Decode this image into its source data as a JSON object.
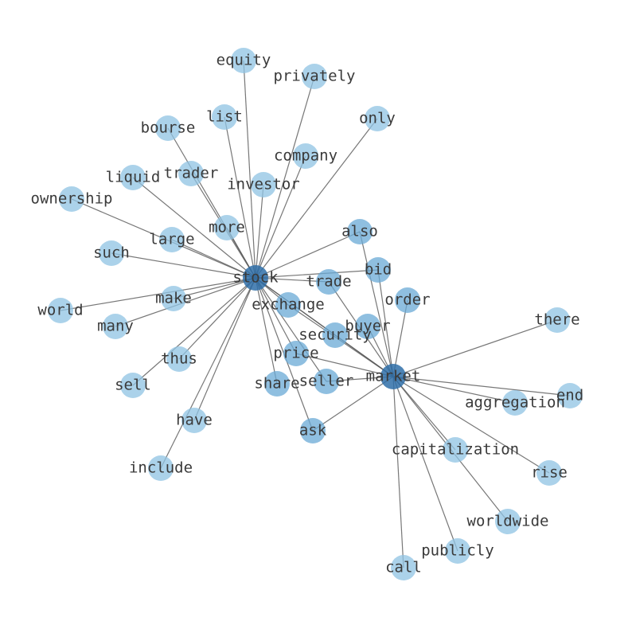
{
  "graph": {
    "colors": {
      "background": "#ffffff",
      "edge": "#555555",
      "node_light": "#8fc3e3",
      "node_mid": "#6aaad6",
      "node_dark": "#2f6fa8",
      "label": "#3a3a3a"
    },
    "hubs": [
      "stock",
      "market"
    ],
    "nodes": [
      {
        "id": "stock",
        "label": "stock",
        "tone": "dark"
      },
      {
        "id": "market",
        "label": "market",
        "tone": "dark"
      },
      {
        "id": "equity",
        "label": "equity",
        "tone": "light"
      },
      {
        "id": "privately",
        "label": "privately",
        "tone": "light"
      },
      {
        "id": "list",
        "label": "list",
        "tone": "light"
      },
      {
        "id": "bourse",
        "label": "bourse",
        "tone": "light"
      },
      {
        "id": "only",
        "label": "only",
        "tone": "light"
      },
      {
        "id": "company",
        "label": "company",
        "tone": "light"
      },
      {
        "id": "liquid",
        "label": "liquid",
        "tone": "light"
      },
      {
        "id": "trader",
        "label": "trader",
        "tone": "light"
      },
      {
        "id": "investor",
        "label": "investor",
        "tone": "light"
      },
      {
        "id": "ownership",
        "label": "ownership",
        "tone": "light"
      },
      {
        "id": "more",
        "label": "more",
        "tone": "light"
      },
      {
        "id": "also",
        "label": "also",
        "tone": "mid"
      },
      {
        "id": "large",
        "label": "large",
        "tone": "light"
      },
      {
        "id": "such",
        "label": "such",
        "tone": "light"
      },
      {
        "id": "bid",
        "label": "bid",
        "tone": "mid"
      },
      {
        "id": "trade",
        "label": "trade",
        "tone": "mid"
      },
      {
        "id": "order",
        "label": "order",
        "tone": "mid"
      },
      {
        "id": "make",
        "label": "make",
        "tone": "light"
      },
      {
        "id": "exchange",
        "label": "exchange",
        "tone": "mid"
      },
      {
        "id": "world",
        "label": "world",
        "tone": "light"
      },
      {
        "id": "many",
        "label": "many",
        "tone": "light"
      },
      {
        "id": "buyer",
        "label": "buyer",
        "tone": "mid"
      },
      {
        "id": "security",
        "label": "security",
        "tone": "mid"
      },
      {
        "id": "there",
        "label": "there",
        "tone": "light"
      },
      {
        "id": "price",
        "label": "price",
        "tone": "mid"
      },
      {
        "id": "thus",
        "label": "thus",
        "tone": "light"
      },
      {
        "id": "sell",
        "label": "sell",
        "tone": "light"
      },
      {
        "id": "share",
        "label": "share",
        "tone": "mid"
      },
      {
        "id": "seller",
        "label": "seller",
        "tone": "mid"
      },
      {
        "id": "end",
        "label": "end",
        "tone": "light"
      },
      {
        "id": "aggregation",
        "label": "aggregation",
        "tone": "light"
      },
      {
        "id": "have",
        "label": "have",
        "tone": "light"
      },
      {
        "id": "ask",
        "label": "ask",
        "tone": "mid"
      },
      {
        "id": "capitalization",
        "label": "capitalization",
        "tone": "light"
      },
      {
        "id": "include",
        "label": "include",
        "tone": "light"
      },
      {
        "id": "rise",
        "label": "rise",
        "tone": "light"
      },
      {
        "id": "worldwide",
        "label": "worldwide",
        "tone": "light"
      },
      {
        "id": "publicly",
        "label": "publicly",
        "tone": "light"
      },
      {
        "id": "call",
        "label": "call",
        "tone": "light"
      }
    ],
    "edges": [
      [
        "stock",
        "equity"
      ],
      [
        "stock",
        "privately"
      ],
      [
        "stock",
        "list"
      ],
      [
        "stock",
        "bourse"
      ],
      [
        "stock",
        "only"
      ],
      [
        "stock",
        "company"
      ],
      [
        "stock",
        "liquid"
      ],
      [
        "stock",
        "trader"
      ],
      [
        "stock",
        "investor"
      ],
      [
        "stock",
        "ownership"
      ],
      [
        "stock",
        "more"
      ],
      [
        "stock",
        "also"
      ],
      [
        "stock",
        "large"
      ],
      [
        "stock",
        "such"
      ],
      [
        "stock",
        "bid"
      ],
      [
        "stock",
        "trade"
      ],
      [
        "stock",
        "make"
      ],
      [
        "stock",
        "exchange"
      ],
      [
        "stock",
        "world"
      ],
      [
        "stock",
        "many"
      ],
      [
        "stock",
        "security"
      ],
      [
        "stock",
        "price"
      ],
      [
        "stock",
        "thus"
      ],
      [
        "stock",
        "sell"
      ],
      [
        "stock",
        "share"
      ],
      [
        "stock",
        "seller"
      ],
      [
        "stock",
        "have"
      ],
      [
        "stock",
        "ask"
      ],
      [
        "stock",
        "include"
      ],
      [
        "stock",
        "market"
      ],
      [
        "market",
        "also"
      ],
      [
        "market",
        "bid"
      ],
      [
        "market",
        "trade"
      ],
      [
        "market",
        "order"
      ],
      [
        "market",
        "exchange"
      ],
      [
        "market",
        "buyer"
      ],
      [
        "market",
        "security"
      ],
      [
        "market",
        "there"
      ],
      [
        "market",
        "price"
      ],
      [
        "market",
        "seller"
      ],
      [
        "market",
        "end"
      ],
      [
        "market",
        "aggregation"
      ],
      [
        "market",
        "ask"
      ],
      [
        "market",
        "capitalization"
      ],
      [
        "market",
        "rise"
      ],
      [
        "market",
        "worldwide"
      ],
      [
        "market",
        "publicly"
      ],
      [
        "market",
        "call"
      ]
    ]
  }
}
